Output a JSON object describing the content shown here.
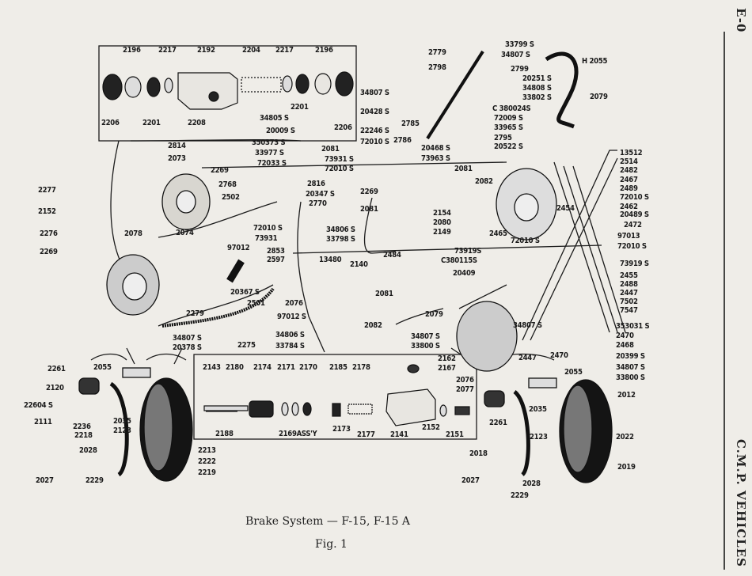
{
  "page": {
    "section_code": "E-0",
    "running_title": "C.M.P. VEHICLES",
    "caption_title": "Brake System — F-15, F-15 A",
    "caption_fig": "Fig. 1"
  },
  "callouts": [
    "2196",
    "2217",
    "2192",
    "2204",
    "2217",
    "2196",
    "2206",
    "2201",
    "2208",
    "34805 S",
    "20009 S",
    "2201",
    "2206",
    "2814",
    "2073",
    "350373 S",
    "33977 S",
    "72033 S",
    "2081",
    "73931 S",
    "72010 S",
    "2269",
    "2768",
    "2816",
    "20347 S",
    "2770",
    "2502",
    "2277",
    "2152",
    "2276",
    "2078",
    "2074",
    "2269",
    "72010 S",
    "73931",
    "34806 S",
    "33798 S",
    "97012",
    "2853",
    "2597",
    "13480",
    "20367 S",
    "2501",
    "2076",
    "97012 S",
    "2279",
    "34807 S",
    "20378 S",
    "2275",
    "34806 S",
    "33784 S",
    "2140",
    "2779",
    "2798",
    "33799 S",
    "34807 S",
    "2799",
    "20251 S",
    "34808 S",
    "33802 S",
    "H 2055",
    "2079",
    "34807 S",
    "C 380024S",
    "20428 S",
    "72009 S",
    "2785",
    "33965 S",
    "22246 S",
    "72010 S",
    "2786",
    "2795",
    "20468 S",
    "20522 S",
    "73963 S",
    "2081",
    "2269",
    "2082",
    "2081",
    "2484",
    "2154",
    "2080",
    "2149",
    "2465",
    "72010 S",
    "73919S",
    "C380115S",
    "20409",
    "2081",
    "2079",
    "2082",
    "34807 S",
    "33800 S",
    "34807 S",
    "13512",
    "2514",
    "2482",
    "2467",
    "2489",
    "72010 S",
    "2462",
    "20489 S",
    "2454",
    "2472",
    "97013",
    "72010 S",
    "73919 S",
    "2455",
    "2488",
    "2447",
    "7502",
    "7547",
    "353031 S",
    "2470",
    "2468",
    "2447",
    "2470",
    "20399 S",
    "34807 S",
    "33800 S",
    "2055",
    "2012",
    "2261",
    "2035",
    "2123",
    "2022",
    "2018",
    "2019",
    "2027",
    "2028",
    "2229",
    "2261",
    "2055",
    "2120",
    "22604 S",
    "2111",
    "2236",
    "2218",
    "2035",
    "2123",
    "2028",
    "2213",
    "2222",
    "2219",
    "2027",
    "2229",
    "2143",
    "2180",
    "2174",
    "2171",
    "2170",
    "2185",
    "2178",
    "2162",
    "2167",
    "2076",
    "2077",
    "2188",
    "2169ASS'Y",
    "2173",
    "2177",
    "2141",
    "2152",
    "2151"
  ]
}
